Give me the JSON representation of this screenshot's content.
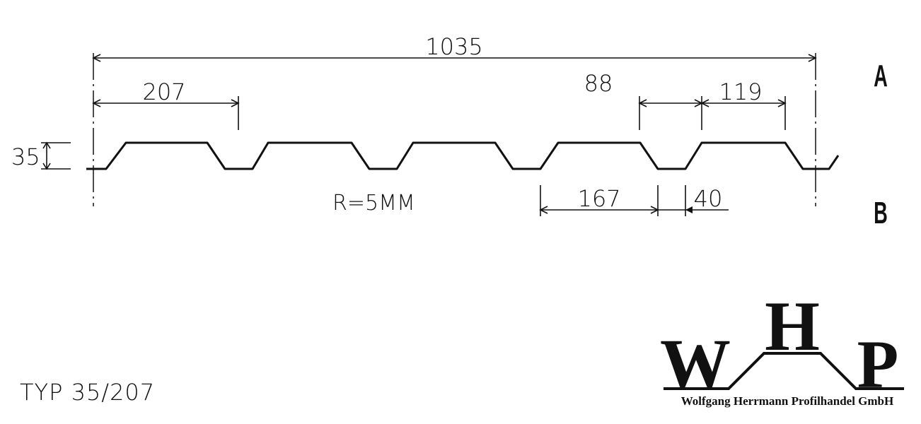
{
  "dimensions": {
    "overall_width": "1035",
    "pitch": "207",
    "top_flange": "88",
    "rib_spacing": "119",
    "valley_span": "167",
    "bottom_flange": "40",
    "height": "35",
    "radius_note": "R=5MM"
  },
  "side_labels": {
    "top": "A",
    "bottom": "B"
  },
  "type_label": "TYP 35/207",
  "logo": {
    "letter_left": "W",
    "letter_center": "H",
    "letter_right": "P",
    "company_name": "Wolfgang Herrmann Profilhandel GmbH"
  },
  "colors": {
    "ink": "#111111",
    "background": "#ffffff"
  }
}
